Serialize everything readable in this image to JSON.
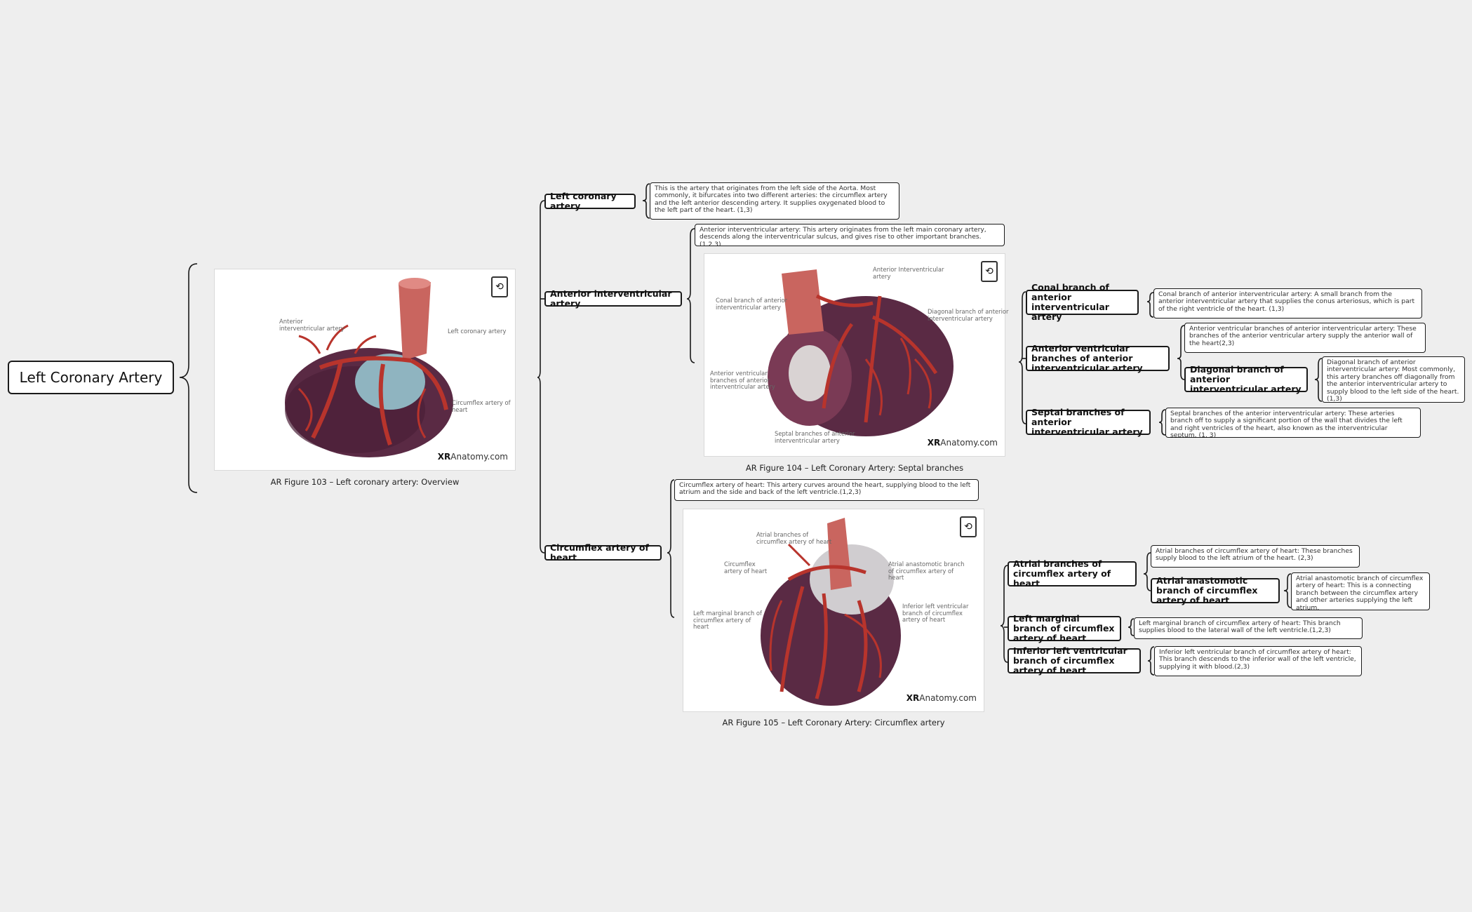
{
  "root": {
    "title": "Left Coronary Artery"
  },
  "figures": {
    "f103": {
      "caption": "AR Figure 103 – Left coronary artery: Overview",
      "brand_bold": "XR",
      "brand_rest": "Anatomy.com",
      "labels": {
        "anterior": "Anterior\ninterventricular artery",
        "left_coronary": "Left coronary artery",
        "circumflex": "Circumflex artery of\nheart"
      }
    },
    "f104": {
      "caption": "AR Figure 104 – Left Coronary Artery: Septal branches",
      "brand_bold": "XR",
      "brand_rest": "Anatomy.com",
      "labels": {
        "anterior": "Anterior Interventricular\nartery",
        "conal": "Conal branch of anterior\ninterventricular artery",
        "diagonal": "Diagonal branch of anterior\ninterventricular artery",
        "ant_ventricular": "Anterior ventricular\nbranches of anterior\ninterventricular artery",
        "septal": "Septal branches of anterior\ninterventricular artery"
      }
    },
    "f105": {
      "caption": "AR Figure 105 – Left Coronary Artery: Circumflex artery",
      "brand_bold": "XR",
      "brand_rest": "Anatomy.com",
      "labels": {
        "atrial": "Atrial branches of\ncircumflex artery of heart",
        "circumflex": "Circumflex\nartery of heart",
        "anastomotic": "Atrial anastomotic branch\nof circumflex artery of\nheart",
        "marginal": "Left marginal branch of\ncircumflex artery of\nheart",
        "inferior": "Inferior left ventricular\nbranch of circumflex\nartery of heart"
      }
    }
  },
  "nodes": {
    "left_coronary": {
      "label": "Left coronary artery",
      "note": "This is the artery that originates from the left side of the Aorta. Most commonly, it bifurcates into two different arteries: the circumflex artery and the left anterior descending artery. It supplies oxygenated blood to the left part of the heart. (1,3)"
    },
    "anterior_interventricular": {
      "label": "Anterior interventricular artery",
      "note": "Anterior interventricular artery: This artery originates from the left main coronary artery, descends along the interventricular sulcus, and gives rise to other important branches. (1,2,3)"
    },
    "conal": {
      "label": "Conal branch of anterior interventricular artery",
      "note": "Conal branch of anterior interventricular artery: A small branch from the anterior interventricular artery that supplies the conus arteriosus, which is part of the right ventricle of the heart. (1,3)"
    },
    "anterior_ventricular": {
      "label": "Anterior ventricular branches of anterior interventricular artery",
      "note": "Anterior ventricular branches of anterior interventricular artery: These branches of the anterior ventricular artery supply the anterior wall of the heart(2,3)"
    },
    "diagonal": {
      "label": "Diagonal branch of anterior interventricular artery",
      "note": "Diagonal branch of anterior interventricular artery: Most commonly, this artery branches off diagonally from the anterior interventricular artery to supply blood to the left side of the heart. (1,3)"
    },
    "septal": {
      "label": "Septal branches of anterior interventricular artery",
      "note": "Septal branches of the anterior interventricular artery: These arteries branch off to supply a significant portion of the wall that divides the left and right ventricles of the heart, also known as the interventricular septum. (1, 3)"
    },
    "circumflex": {
      "label": "Circumflex artery of heart",
      "note": "Circumflex artery of heart: This artery curves around the heart, supplying blood to the left atrium and the side and back of the left ventricle.(1,2,3)"
    },
    "atrial": {
      "label": "Atrial branches of circumflex artery of heart",
      "note": "Atrial branches of circumflex artery of heart: These branches supply blood to the left atrium of the heart. (2,3)"
    },
    "anastomotic": {
      "label": "Atrial anastomotic branch of circumflex artery of heart",
      "note": "Atrial anastomotic branch of circumflex artery of heart: This is a connecting branch between the circumflex artery and other arteries supplying the left atrium."
    },
    "marginal": {
      "label": "Left marginal branch of circumflex artery of heart",
      "note": "Left marginal branch of circumflex artery of heart: This branch supplies blood to the lateral wall of the left ventricle.(1,2,3)"
    },
    "inferior": {
      "label": "Inferior left ventricular branch of circumflex artery of heart",
      "note": "Inferior left ventricular branch of circumflex artery of heart: This branch descends to the inferior wall of the left ventricle, supplying it with blood.(2,3)"
    }
  },
  "colors": {
    "background": "#eeeeee",
    "border": "#1a1a1a",
    "heart_muscle": "#5a2a44",
    "artery": "#b8342c",
    "aorta": "#c9655f"
  }
}
